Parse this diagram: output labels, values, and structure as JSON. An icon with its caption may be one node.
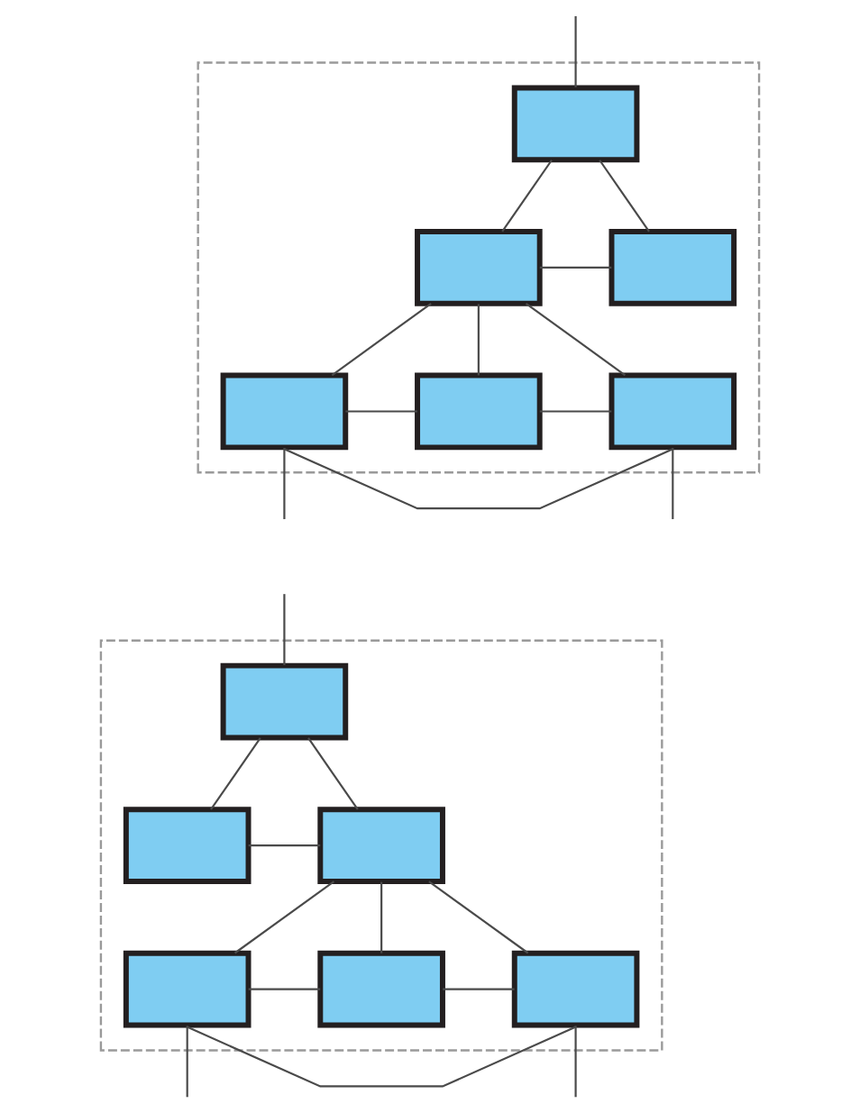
{
  "diagram": {
    "nodes": [
      {
        "text": [],
        "shape": "box"
      },
      {
        "text": [],
        "shape": "box",
        "in": 0
      },
      {
        "text": [],
        "shape": "box",
        "in": 0
      },
      {
        "text": [],
        "shape": "box",
        "in": 0
      },
      {
        "text": [],
        "shape": "box",
        "in": 0
      },
      {
        "text": [],
        "shape": "box",
        "in": 0
      },
      {
        "text": [],
        "shape": "box",
        "in": 0
      },
      {
        "text": [],
        "shape": "box"
      },
      {
        "text": [],
        "shape": "box",
        "in": 7
      },
      {
        "text": [],
        "shape": "box",
        "in": 7
      },
      {
        "text": [],
        "shape": "box",
        "in": 7
      },
      {
        "text": [],
        "shape": "box",
        "in": 7
      },
      {
        "text": [],
        "shape": "box",
        "in": 7
      },
      {
        "text": [],
        "shape": "box",
        "in": 7
      }
    ],
    "edges": [
      {
        "from": null,
        "to": 1,
        "arrow": "none"
      },
      {
        "from": 1,
        "to": 2,
        "arrow": "none"
      },
      {
        "from": 1,
        "to": 3,
        "arrow": "none"
      },
      {
        "from": 2,
        "to": 3,
        "arrow": "none"
      },
      {
        "from": 2,
        "to": 4,
        "arrow": "none"
      },
      {
        "from": 2,
        "to": 5,
        "arrow": "none"
      },
      {
        "from": 2,
        "to": 6,
        "arrow": "none"
      },
      {
        "from": 4,
        "to": 5,
        "arrow": "none"
      },
      {
        "from": 5,
        "to": 6,
        "arrow": "none"
      },
      {
        "from": 4,
        "to": 6,
        "arrow": "none"
      },
      {
        "from": 4,
        "to": null,
        "arrow": "none"
      },
      {
        "from": 6,
        "to": null,
        "arrow": "none"
      },
      {
        "from": null,
        "to": 8,
        "arrow": "none"
      },
      {
        "from": 8,
        "to": 9,
        "arrow": "none"
      },
      {
        "from": 8,
        "to": 10,
        "arrow": "none"
      },
      {
        "from": 9,
        "to": 10,
        "arrow": "none"
      },
      {
        "from": 10,
        "to": 11,
        "arrow": "none"
      },
      {
        "from": 10,
        "to": 12,
        "arrow": "none"
      },
      {
        "from": 10,
        "to": 13,
        "arrow": "none"
      },
      {
        "from": 11,
        "to": 12,
        "arrow": "none"
      },
      {
        "from": 12,
        "to": 13,
        "arrow": "none"
      },
      {
        "from": 11,
        "to": 13,
        "arrow": "none"
      },
      {
        "from": 11,
        "to": null,
        "arrow": "none"
      },
      {
        "from": 13,
        "to": null,
        "arrow": "none"
      }
    ]
  }
}
